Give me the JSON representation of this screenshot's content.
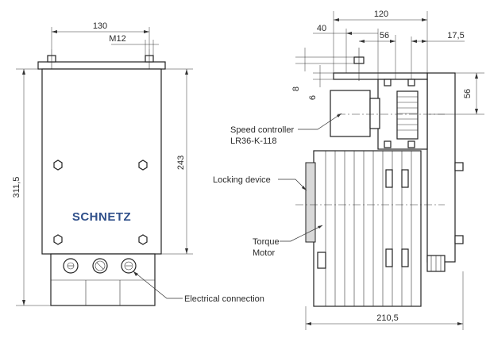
{
  "dimensions": {
    "front_width": "130",
    "thread": "M12",
    "front_height": "311,5",
    "front_inner_height": "243",
    "side_top_width": "120",
    "side_offset_40": "40",
    "side_56_top": "56",
    "side_17_5": "17,5",
    "side_8": "8",
    "side_6": "6",
    "side_56_right": "56",
    "side_total_width": "210,5"
  },
  "brand": "SCHNETZ",
  "labels": {
    "speed_controller_line1": "Speed controller",
    "speed_controller_line2": "LR36-K-118",
    "locking_device": "Locking device",
    "torque_line1": "Torque",
    "torque_line2": "Motor",
    "electrical_connection": "Electrical connection"
  },
  "colors": {
    "brand": "#2f4f8a",
    "line": "#222222",
    "fill_grey": "#d9d9d9"
  }
}
